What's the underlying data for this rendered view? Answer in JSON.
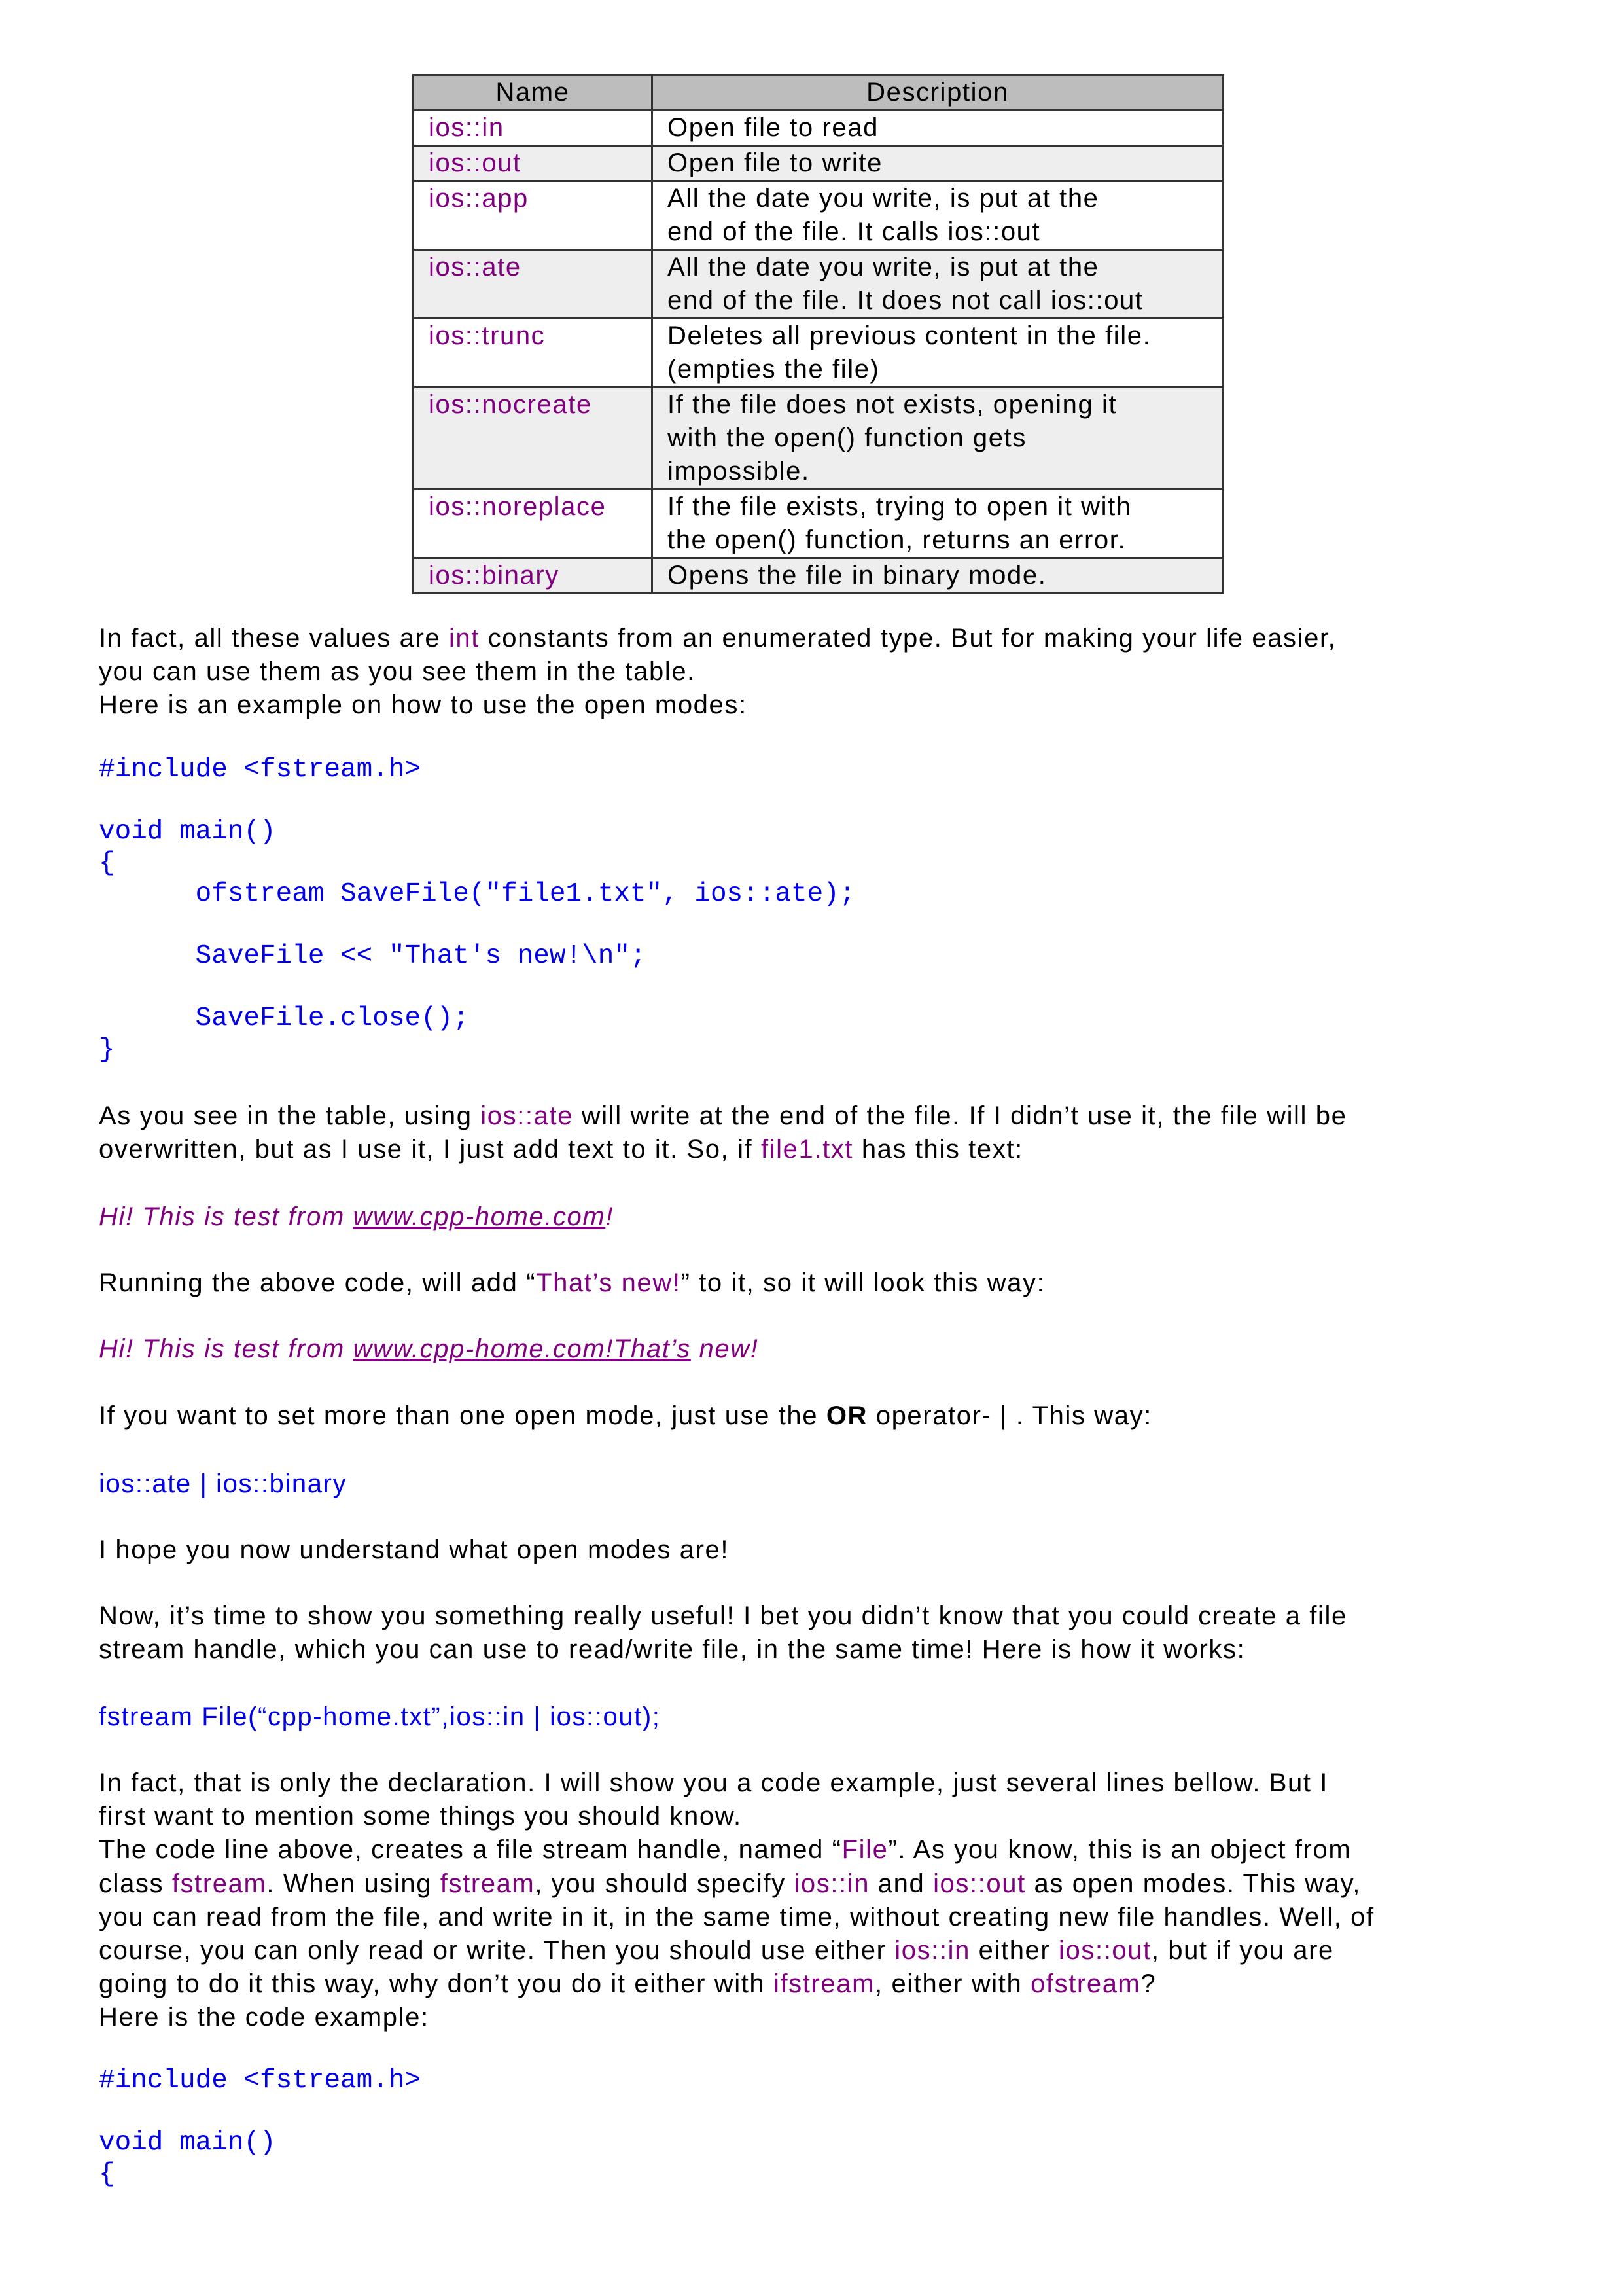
{
  "table": {
    "headers": [
      "Name",
      "Description"
    ],
    "rows": [
      {
        "name": "ios::in",
        "desc": "Open file to read"
      },
      {
        "name": "ios::out",
        "desc": "Open file to write"
      },
      {
        "name": "ios::app",
        "desc": "All the date you write, is put at the\nend of the file. It calls ios::out"
      },
      {
        "name": "ios::ate",
        "desc": "All the date you write, is put at the\nend of the file. It does not call ios::out"
      },
      {
        "name": "ios::trunc",
        "desc": "Deletes all previous content in the file.\n(empties the file)"
      },
      {
        "name": "ios::nocreate",
        "desc": "If the file does not exists, opening it\nwith the open() function gets\nimpossible."
      },
      {
        "name": "ios::noreplace",
        "desc": "If the file exists, trying to open it with\nthe open() function, returns an error."
      },
      {
        "name": "ios::binary",
        "desc": "Opens the file in binary mode."
      }
    ]
  },
  "blocks": [
    {
      "id": "intro-paragraph",
      "kind": "txt",
      "lines": [
        [
          [
            "n",
            "In fact, all these values are "
          ],
          [
            "p",
            "int"
          ],
          [
            "n",
            " constants from an enumerated type. But for making your life easier,"
          ]
        ],
        [
          [
            "n",
            "you can use them as you see them in the table."
          ]
        ],
        [
          [
            "n",
            "Here is an example on how to use the open modes:"
          ]
        ]
      ]
    },
    {
      "id": "code-example-1",
      "kind": "code",
      "lines": [
        [
          [
            "b",
            "#include <fstream.h>"
          ]
        ],
        [],
        [
          [
            "b",
            "void main()"
          ]
        ],
        [
          [
            "b",
            "{"
          ]
        ],
        [
          [
            "b",
            "      ofstream SaveFile(\"file1.txt\", ios::ate);"
          ]
        ],
        [],
        [
          [
            "b",
            "      SaveFile << \"That's new!\\n\";"
          ]
        ],
        [],
        [
          [
            "b",
            "      SaveFile.close();"
          ]
        ],
        [
          [
            "b",
            "}"
          ]
        ]
      ]
    },
    {
      "id": "ate-explanation",
      "kind": "txt",
      "lines": [
        [
          [
            "n",
            "As you see in the table, using "
          ],
          [
            "p",
            "ios::ate"
          ],
          [
            "n",
            " will write at the end of the file. If I didn’t use it, the file will be"
          ]
        ],
        [
          [
            "n",
            "overwritten, but as I use it, I just add text to it. So, if "
          ],
          [
            "p",
            "file1.txt"
          ],
          [
            "n",
            " has this text:"
          ]
        ]
      ]
    },
    {
      "id": "file-content-before",
      "kind": "txt",
      "lines": [
        [
          [
            "pi",
            "Hi! This is test from "
          ],
          [
            "piu",
            "www.cpp-home.com"
          ],
          [
            "pi",
            "!"
          ]
        ]
      ]
    },
    {
      "id": "running-paragraph",
      "kind": "txt",
      "lines": [
        [
          [
            "n",
            "Running the above code, will add “"
          ],
          [
            "p",
            "That’s new!"
          ],
          [
            "n",
            "” to it, so it will look this way:"
          ]
        ]
      ]
    },
    {
      "id": "file-content-after",
      "kind": "txt",
      "lines": [
        [
          [
            "pi",
            "Hi! This is test from "
          ],
          [
            "piu",
            "www.cpp-home.com!That’s"
          ],
          [
            "pi",
            " new!"
          ]
        ]
      ]
    },
    {
      "id": "or-operator-paragraph",
      "kind": "txt",
      "lines": [
        [
          [
            "n",
            "If you want to set more than one open mode, just use the "
          ],
          [
            "bold",
            "OR"
          ],
          [
            "n",
            " operator- | . This way:"
          ]
        ]
      ]
    },
    {
      "id": "or-example",
      "kind": "txt",
      "lines": [
        [
          [
            "b",
            "ios::ate | ios::binary"
          ]
        ]
      ]
    },
    {
      "id": "hope-paragraph",
      "kind": "txt",
      "lines": [
        [
          [
            "n",
            "I hope you now understand what open modes are!"
          ]
        ]
      ]
    },
    {
      "id": "fstream-intro",
      "kind": "txt",
      "lines": [
        [
          [
            "n",
            "Now, it’s time to show you something really useful! I bet you didn’t know that you could create a file"
          ]
        ],
        [
          [
            "n",
            "stream handle, which you can use to read/write file, in the same time! Here is how it works:"
          ]
        ]
      ]
    },
    {
      "id": "fstream-declaration",
      "kind": "txt",
      "lines": [
        [
          [
            "b",
            "fstream File(“cpp-home.txt”,ios::in | ios::out);"
          ]
        ]
      ]
    },
    {
      "id": "fstream-explanation",
      "kind": "txt",
      "lines": [
        [
          [
            "n",
            "In fact, that is only the declaration. I will show you a code example, just several lines bellow. But I"
          ]
        ],
        [
          [
            "n",
            "first want to mention some things you should know."
          ]
        ],
        [
          [
            "n",
            "The code line above, creates a file stream handle, named “"
          ],
          [
            "p",
            "File"
          ],
          [
            "n",
            "”. As you know, this is an object from"
          ]
        ],
        [
          [
            "n",
            "class "
          ],
          [
            "p",
            "fstream"
          ],
          [
            "n",
            ". When using "
          ],
          [
            "p",
            "fstream"
          ],
          [
            "n",
            ", you should specify "
          ],
          [
            "p",
            "ios::in"
          ],
          [
            "n",
            " and "
          ],
          [
            "p",
            "ios::out"
          ],
          [
            "n",
            " as open modes. This way,"
          ]
        ],
        [
          [
            "n",
            "you can read from the file, and write in it, in the same time, without creating new file handles. Well, of"
          ]
        ],
        [
          [
            "n",
            "course, you can only read or write. Then you should use either "
          ],
          [
            "p",
            "ios::in"
          ],
          [
            "n",
            " either "
          ],
          [
            "p",
            "ios::out"
          ],
          [
            "n",
            ", but if you are"
          ]
        ],
        [
          [
            "n",
            "going to do it this way, why don’t you do it either with "
          ],
          [
            "p",
            "ifstream"
          ],
          [
            "n",
            ", either with "
          ],
          [
            "p",
            "ofstream"
          ],
          [
            "n",
            "?"
          ]
        ],
        [
          [
            "n",
            "Here is the code example:"
          ]
        ]
      ]
    },
    {
      "id": "code-example-2",
      "kind": "code",
      "lines": [
        [
          [
            "b",
            "#include <fstream.h>"
          ]
        ],
        [],
        [
          [
            "b",
            "void main()"
          ]
        ],
        [
          [
            "b",
            "{"
          ]
        ]
      ]
    }
  ]
}
